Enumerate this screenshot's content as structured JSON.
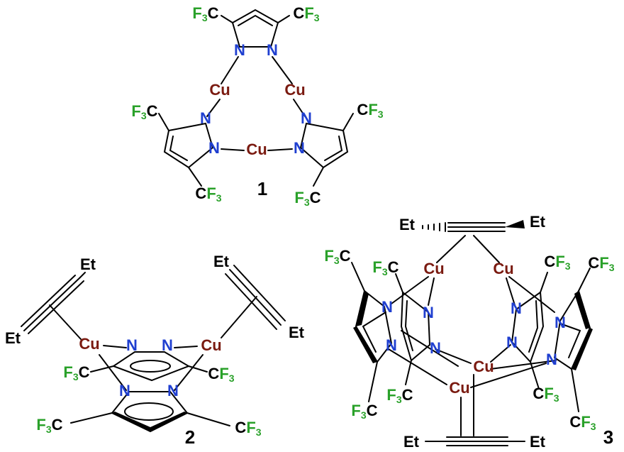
{
  "atoms": {
    "cu": "Cu",
    "n": "N",
    "cf3_right": "CF",
    "f3c_left_f": "F",
    "f3c_left_c": "C",
    "three": "3",
    "et": "Et"
  },
  "compounds": {
    "one": "1",
    "two": "2",
    "three": "3"
  },
  "colors": {
    "cu": "#7a1a10",
    "n": "#1f3fd0",
    "f": "#2aa12a",
    "bond": "#000000"
  }
}
